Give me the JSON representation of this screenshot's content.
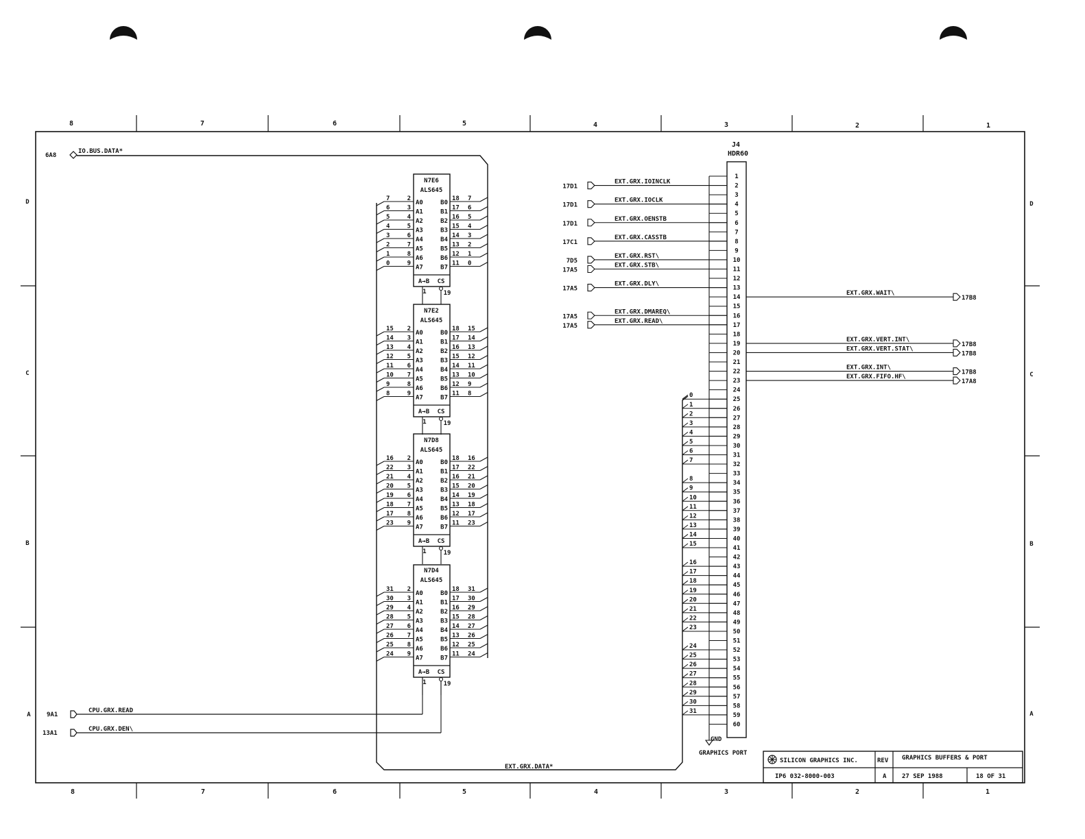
{
  "frame": {
    "top_columns": [
      "8",
      "7",
      "6",
      "5",
      "4",
      "3",
      "2",
      "1"
    ],
    "bottom_columns": [
      "8",
      "7",
      "6",
      "5",
      "4",
      "3",
      "2",
      "1"
    ],
    "left_rows": [
      "D",
      "C",
      "B",
      "A"
    ],
    "right_rows": [
      "D",
      "C",
      "B",
      "A"
    ]
  },
  "io_bus": {
    "ref": "6A8",
    "name": "IO.BUS.DATA*"
  },
  "ext_bus": {
    "name": "EXT.GRX.DATA*"
  },
  "cpu_signals": [
    {
      "ref": "9A1",
      "name": "CPU.GRX.READ"
    },
    {
      "ref": "13A1",
      "name": "CPU.GRX.DEN\\"
    }
  ],
  "buffers": [
    {
      "ref": "N7E6",
      "part": "ALS645",
      "a_bits": [
        "7",
        "6",
        "5",
        "4",
        "3",
        "2",
        "1",
        "0"
      ],
      "b_bits": [
        "7",
        "6",
        "5",
        "4",
        "3",
        "2",
        "1",
        "0"
      ]
    },
    {
      "ref": "N7E2",
      "part": "ALS645",
      "a_bits": [
        "15",
        "14",
        "13",
        "12",
        "11",
        "10",
        "9",
        "8"
      ],
      "b_bits": [
        "15",
        "14",
        "13",
        "12",
        "11",
        "10",
        "9",
        "8"
      ]
    },
    {
      "ref": "N7D8",
      "part": "ALS645",
      "a_bits": [
        "16",
        "22",
        "21",
        "20",
        "19",
        "18",
        "17",
        "23"
      ],
      "b_bits": [
        "16",
        "22",
        "21",
        "20",
        "19",
        "18",
        "17",
        "23"
      ]
    },
    {
      "ref": "N7D4",
      "part": "ALS645",
      "a_bits": [
        "31",
        "30",
        "29",
        "28",
        "27",
        "26",
        "25",
        "24"
      ],
      "b_bits": [
        "31",
        "30",
        "29",
        "28",
        "27",
        "26",
        "25",
        "24"
      ]
    }
  ],
  "chip_pins": {
    "a_pins": [
      "2",
      "3",
      "4",
      "5",
      "6",
      "7",
      "8",
      "9"
    ],
    "b_pins": [
      "18",
      "17",
      "16",
      "15",
      "14",
      "13",
      "12",
      "11"
    ],
    "a_names": [
      "A0",
      "A1",
      "A2",
      "A3",
      "A4",
      "A5",
      "A6",
      "A7"
    ],
    "b_names": [
      "B0",
      "B1",
      "B2",
      "B3",
      "B4",
      "B5",
      "B6",
      "B7"
    ],
    "dir_label": "A→B",
    "cs_label": "CS",
    "dir_pin": "1",
    "cs_pin": "19"
  },
  "connector": {
    "ref": "J4",
    "part": "HDR60",
    "pins": [
      "1",
      "2",
      "3",
      "4",
      "5",
      "6",
      "7",
      "8",
      "9",
      "10",
      "11",
      "12",
      "13",
      "14",
      "15",
      "16",
      "17",
      "18",
      "19",
      "20",
      "21",
      "22",
      "23",
      "24",
      "25",
      "26",
      "27",
      "28",
      "29",
      "30",
      "31",
      "32",
      "33",
      "34",
      "35",
      "36",
      "37",
      "38",
      "39",
      "40",
      "41",
      "42",
      "43",
      "44",
      "45",
      "46",
      "47",
      "48",
      "49",
      "50",
      "51",
      "52",
      "53",
      "54",
      "55",
      "56",
      "57",
      "58",
      "59",
      "60"
    ],
    "gnd": "GND",
    "label": "GRAPHICS PORT"
  },
  "input_signals": [
    {
      "ref": "17D1",
      "name": "EXT.GRX.IOINCLK",
      "pin": 2
    },
    {
      "ref": "17D1",
      "name": "EXT.GRX.IOCLK",
      "pin": 4
    },
    {
      "ref": "17D1",
      "name": "EXT.GRX.OENSTB",
      "pin": 6
    },
    {
      "ref": "17C1",
      "name": "EXT.GRX.CASSTB",
      "pin": 8
    },
    {
      "ref": "7D5",
      "name": "EXT.GRX.RST\\",
      "pin": 10
    },
    {
      "ref": "17A5",
      "name": "EXT.GRX.STB\\",
      "pin": 11
    },
    {
      "ref": "17A5",
      "name": "EXT.GRX.DLY\\",
      "pin": 13
    },
    {
      "ref": "17A5",
      "name": "EXT.GRX.DMAREQ\\",
      "pin": 16
    },
    {
      "ref": "17A5",
      "name": "EXT.GRX.READ\\",
      "pin": 17
    }
  ],
  "output_signals": [
    {
      "ref": "17B8",
      "name": "EXT.GRX.WAIT\\",
      "pin": 14
    },
    {
      "ref": "17B8",
      "name": "EXT.GRX.VERT.INT\\",
      "pin": 19
    },
    {
      "ref": "17B8",
      "name": "EXT.GRX.VERT.STAT\\",
      "pin": 20
    },
    {
      "ref": "17B8",
      "name": "EXT.GRX.INT\\",
      "pin": 22
    },
    {
      "ref": "17A8",
      "name": "EXT.GRX.FIFO.HF\\",
      "pin": 23
    }
  ],
  "data_to_connector": [
    {
      "bit": "0",
      "pin": 25
    },
    {
      "bit": "1",
      "pin": 26
    },
    {
      "bit": "2",
      "pin": 27
    },
    {
      "bit": "3",
      "pin": 28
    },
    {
      "bit": "4",
      "pin": 29
    },
    {
      "bit": "5",
      "pin": 30
    },
    {
      "bit": "6",
      "pin": 31
    },
    {
      "bit": "7",
      "pin": 32
    },
    {
      "bit": "8",
      "pin": 34
    },
    {
      "bit": "9",
      "pin": 35
    },
    {
      "bit": "10",
      "pin": 36
    },
    {
      "bit": "11",
      "pin": 37
    },
    {
      "bit": "12",
      "pin": 38
    },
    {
      "bit": "13",
      "pin": 39
    },
    {
      "bit": "14",
      "pin": 40
    },
    {
      "bit": "15",
      "pin": 41
    },
    {
      "bit": "16",
      "pin": 43
    },
    {
      "bit": "17",
      "pin": 44
    },
    {
      "bit": "18",
      "pin": 45
    },
    {
      "bit": "19",
      "pin": 46
    },
    {
      "bit": "20",
      "pin": 47
    },
    {
      "bit": "21",
      "pin": 48
    },
    {
      "bit": "22",
      "pin": 49
    },
    {
      "bit": "23",
      "pin": 50
    },
    {
      "bit": "24",
      "pin": 52
    },
    {
      "bit": "25",
      "pin": 53
    },
    {
      "bit": "26",
      "pin": 54
    },
    {
      "bit": "27",
      "pin": 55
    },
    {
      "bit": "28",
      "pin": 56
    },
    {
      "bit": "29",
      "pin": 57
    },
    {
      "bit": "30",
      "pin": 58
    },
    {
      "bit": "31",
      "pin": 59
    }
  ],
  "title_block": {
    "company": "SILICON GRAPHICS INC.",
    "rev_label": "REV",
    "title": "GRAPHICS BUFFERS & PORT",
    "drawing_no": "IP6  032-8000-003",
    "rev": "A",
    "date": "27 SEP 1988",
    "sheet": "18 OF 31"
  }
}
